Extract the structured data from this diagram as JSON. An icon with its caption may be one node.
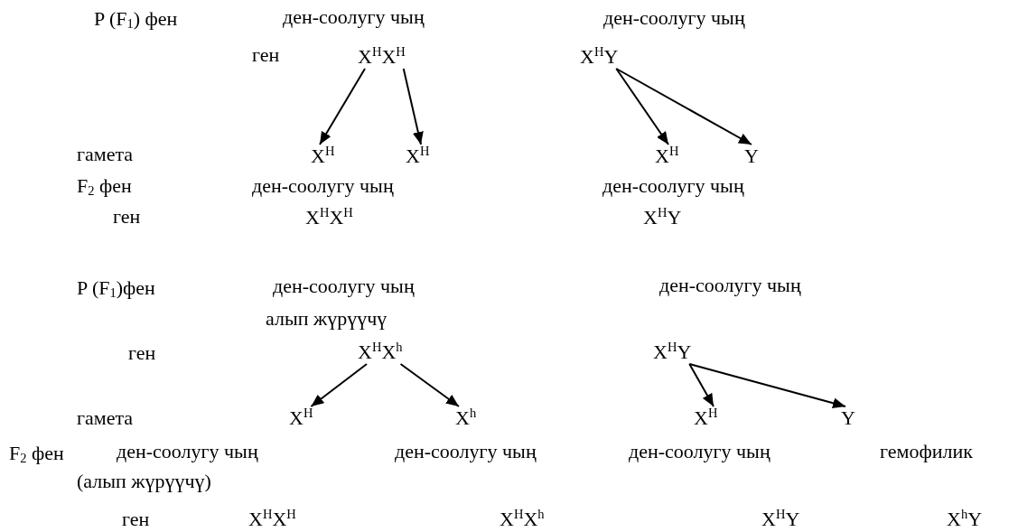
{
  "diagram": {
    "nodes": [
      {
        "text": [
          "X$^{H}$X$^{H}$"
        ]
      },
      {
        "text": [
          "X$^{H}$Y"
        ]
      },
      {
        "text": [
          "X$^{H}$"
        ]
      },
      {
        "text": [
          "X$^{H}$"
        ]
      },
      {
        "text": [
          "X$^{H}$"
        ]
      },
      {
        "text": [
          "Y"
        ]
      },
      {
        "text": [
          "X$^{H}$X$^{h}$"
        ]
      },
      {
        "text": [
          "X$^{H}$Y"
        ]
      },
      {
        "text": [
          "X$^{H}$"
        ]
      },
      {
        "text": [
          "X$^{h}$"
        ]
      },
      {
        "text": [
          "X$^{H}$"
        ]
      },
      {
        "text": [
          "Y"
        ]
      }
    ],
    "edges": [
      {
        "from": 0,
        "to": 2,
        "arrow": "to"
      },
      {
        "from": 0,
        "to": 3,
        "arrow": "to"
      },
      {
        "from": 1,
        "to": 4,
        "arrow": "to"
      },
      {
        "from": 1,
        "to": 5,
        "arrow": "to"
      },
      {
        "from": 6,
        "to": 8,
        "arrow": "to"
      },
      {
        "from": 6,
        "to": 9,
        "arrow": "to"
      },
      {
        "from": 7,
        "to": 10,
        "arrow": "to"
      },
      {
        "from": 7,
        "to": 11,
        "arrow": "to"
      }
    ],
    "labels": [
      "P (F$_{1}$) фен",
      "ден-соолугу чың",
      "ден-соолугу чың",
      "ген",
      "гамета",
      "F$_{2}$ фен",
      "ден-соолугу чың",
      "ден-соолугу чың",
      "ген",
      "X$^{H}$X$^{H}$",
      "X$^{H}$Y",
      "P (F$_{1}$)фен",
      "ден-соолугу чың",
      "ден-соолугу чың",
      "алып жүрүүчү",
      "ген",
      "гамета",
      "F$_{2}$ фен",
      "ден-соолугу чың",
      "ден-соолугу чың",
      "ден-соолугу чың",
      "гемофилик",
      "(алып жүрүүчү)",
      "ген",
      "X$^{H}$X$^{H}$",
      "X$^{H}$X$^{h}$",
      "X$^{H}$Y",
      "X$^{h}$Y"
    ]
  }
}
